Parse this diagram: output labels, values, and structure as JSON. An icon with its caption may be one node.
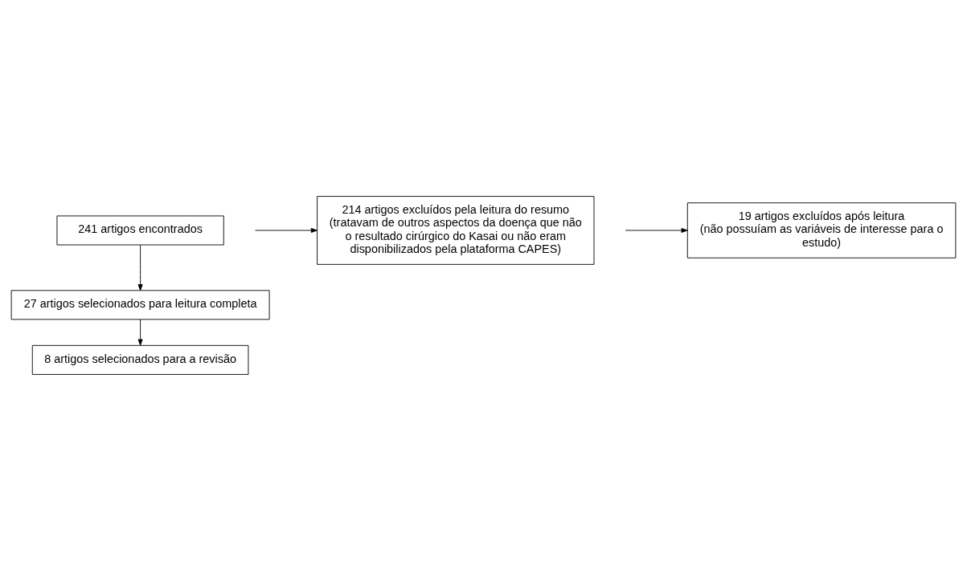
{
  "diagram": {
    "nodes": [
      {
        "text": [
          "241 artigos encontrados"
        ]
      },
      {
        "text": [
          "214 artigos excluídos pela leitura do resumo",
          "(tratavam de outros aspectos da doença que não o resultado cirúrgico do Kasai ou não eram disponibilizados pela plataforma CAPES)"
        ]
      },
      {
        "text": [
          "27 artigos selecionados para leitura completa"
        ]
      },
      {
        "text": [
          "19 artigos excluídos após leitura",
          "(não possuíam as variáveis de interesse para o estudo)"
        ]
      },
      {
        "text": [
          "8 artigos selecionados para a revisão"
        ]
      }
    ],
    "edges": [
      {
        "from": 0,
        "to": 2,
        "arrow": "to"
      },
      {
        "from": null,
        "to": 1,
        "arrow": "to"
      },
      {
        "from": 2,
        "to": 4,
        "arrow": "to"
      },
      {
        "from": null,
        "to": 3,
        "arrow": "to"
      }
    ]
  }
}
